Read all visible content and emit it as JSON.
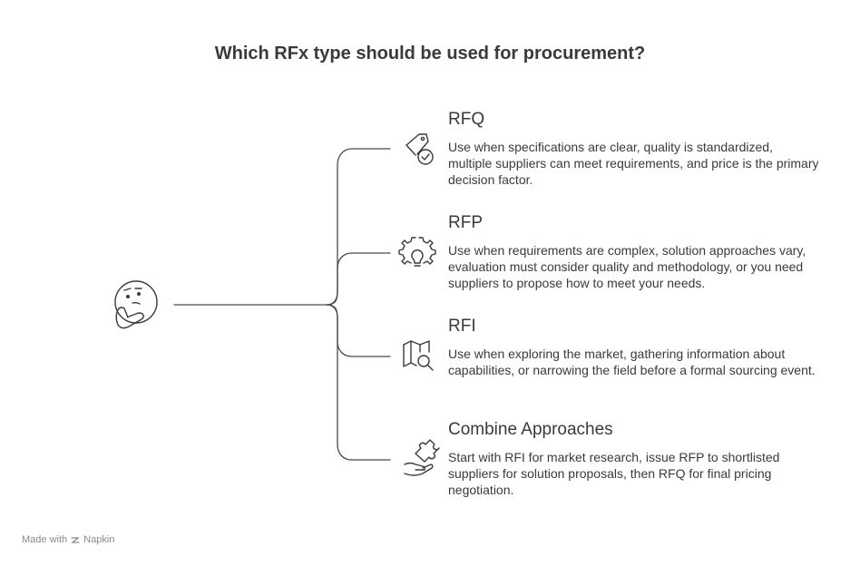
{
  "title": "Which RFx type should be used for procurement?",
  "options": [
    {
      "title": "RFQ",
      "icon": "price-tag-check-icon",
      "description": "Use when specifications are clear, quality is standardized, multiple suppliers can meet requirements, and price is the primary decision factor."
    },
    {
      "title": "RFP",
      "icon": "gear-lightbulb-icon",
      "description": "Use when requirements are complex, solution approaches vary, evaluation must consider quality and methodology, or you need suppliers to propose how to meet your needs."
    },
    {
      "title": "RFI",
      "icon": "map-search-icon",
      "description": "Use when exploring the market, gathering information about capabilities, or narrowing the field before a formal sourcing event."
    },
    {
      "title": "Combine Approaches",
      "icon": "puzzle-hand-icon",
      "description": "Start with RFI for market research, issue RFP to shortlisted suppliers for solution proposals, then RFQ for final pricing negotiation."
    }
  ],
  "root_icon": "thinking-face-icon",
  "footer": {
    "made_with": "Made with",
    "brand": "Napkin"
  },
  "colors": {
    "line": "#4a4a4a",
    "text": "#3a3a3a",
    "footer": "#8a8a8a"
  }
}
